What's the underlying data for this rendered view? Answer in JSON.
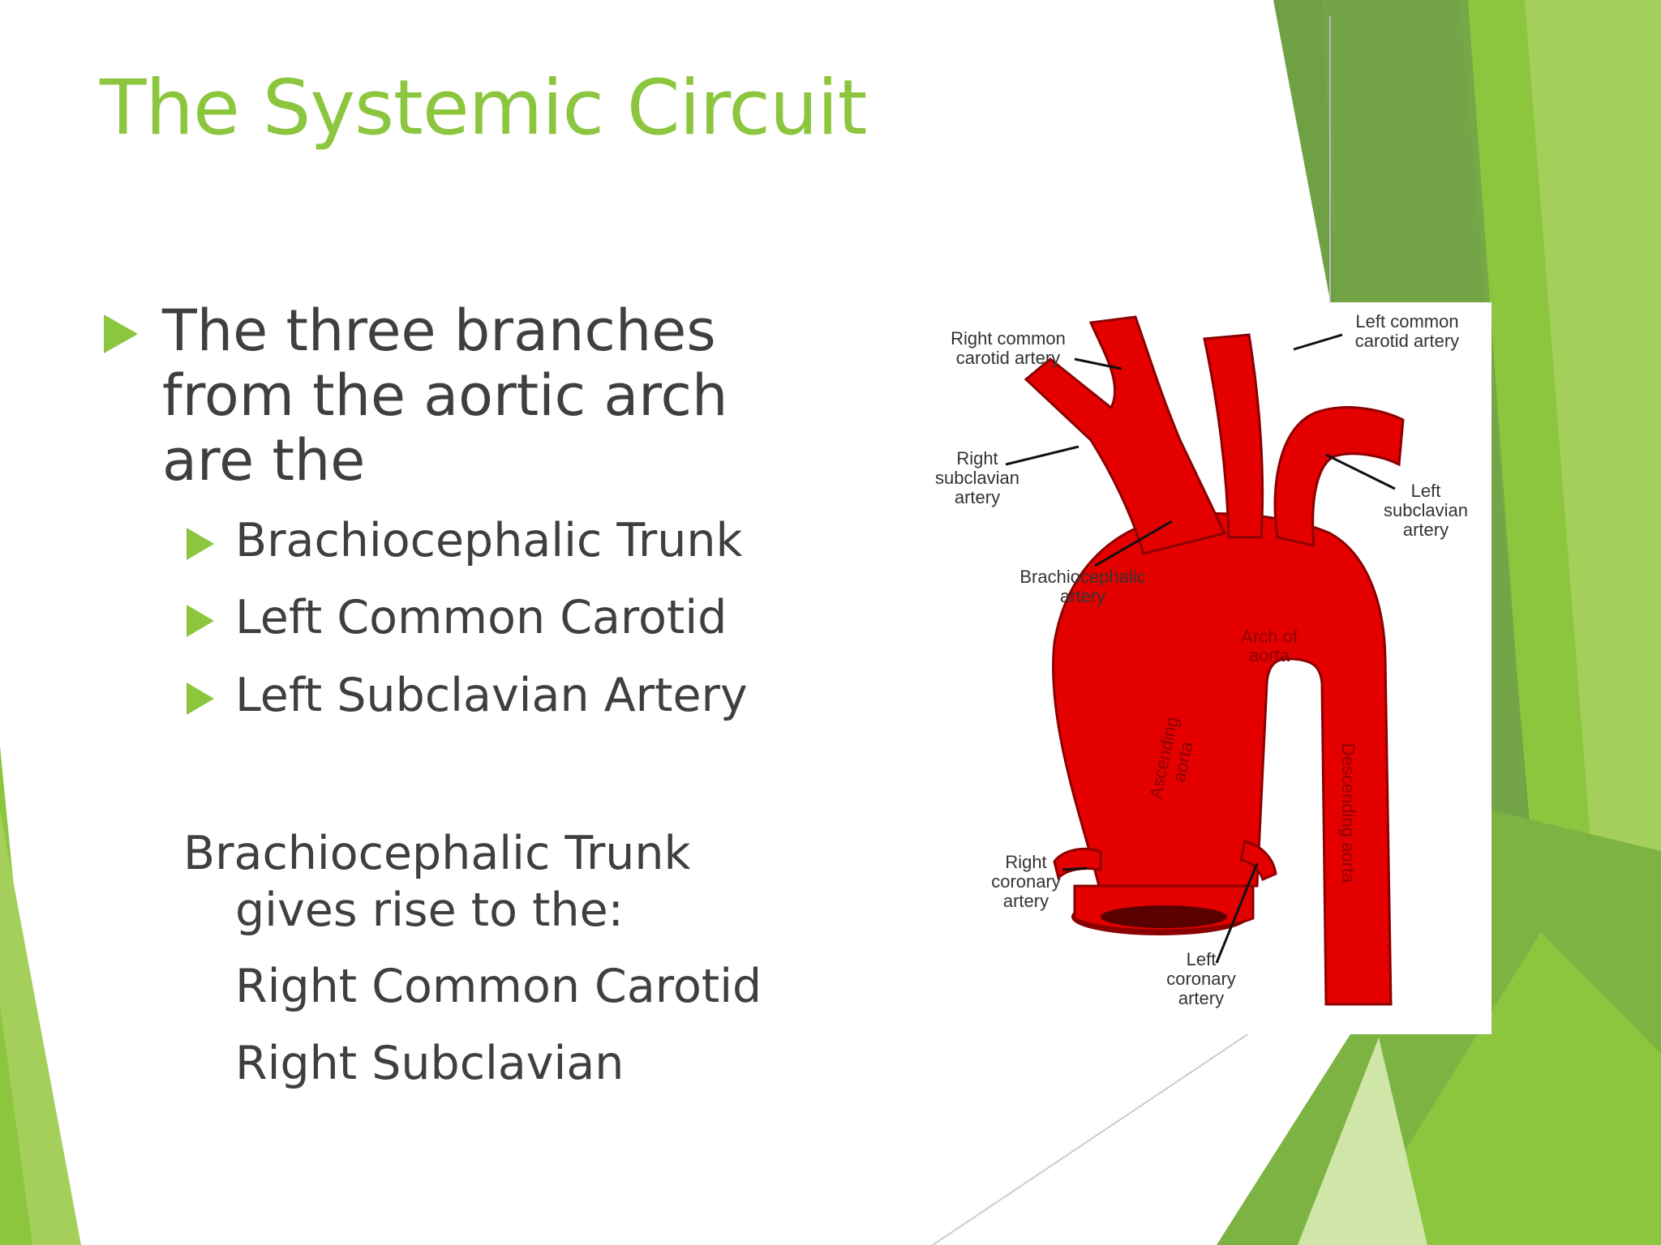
{
  "slide": {
    "title": "The Systemic Circuit",
    "bullet_main": [
      "The three branches",
      "from the aortic arch",
      "are the"
    ],
    "sub_bullets": [
      "Brachiocephalic Trunk",
      "Left Common Carotid",
      "Left Subclavian Artery"
    ],
    "note_lines": [
      "Brachiocephalic Trunk",
      "gives rise to the:",
      "Right Common Carotid",
      "Right Subclavian"
    ]
  },
  "diagram": {
    "labels": {
      "right_common_carotid": [
        "Right common",
        "carotid artery"
      ],
      "left_common_carotid": [
        "Left common",
        "carotid artery"
      ],
      "right_subclavian": [
        "Right",
        "subclavian",
        "artery"
      ],
      "left_subclavian": [
        "Left",
        "subclavian",
        "artery"
      ],
      "brachiocephalic": [
        "Brachiocephalic",
        "artery"
      ],
      "arch": [
        "Arch of",
        "aorta"
      ],
      "ascending": [
        "Ascending",
        "aorta"
      ],
      "descending": "Descending aorta",
      "right_coronary": [
        "Right",
        "coronary",
        "artery"
      ],
      "left_coronary": [
        "Left",
        "coronary",
        "artery"
      ]
    }
  },
  "colors": {
    "accent": "#8cc63e",
    "text": "#3f3f3f",
    "artery_red": "#e50000",
    "label_dark": "#333333"
  }
}
